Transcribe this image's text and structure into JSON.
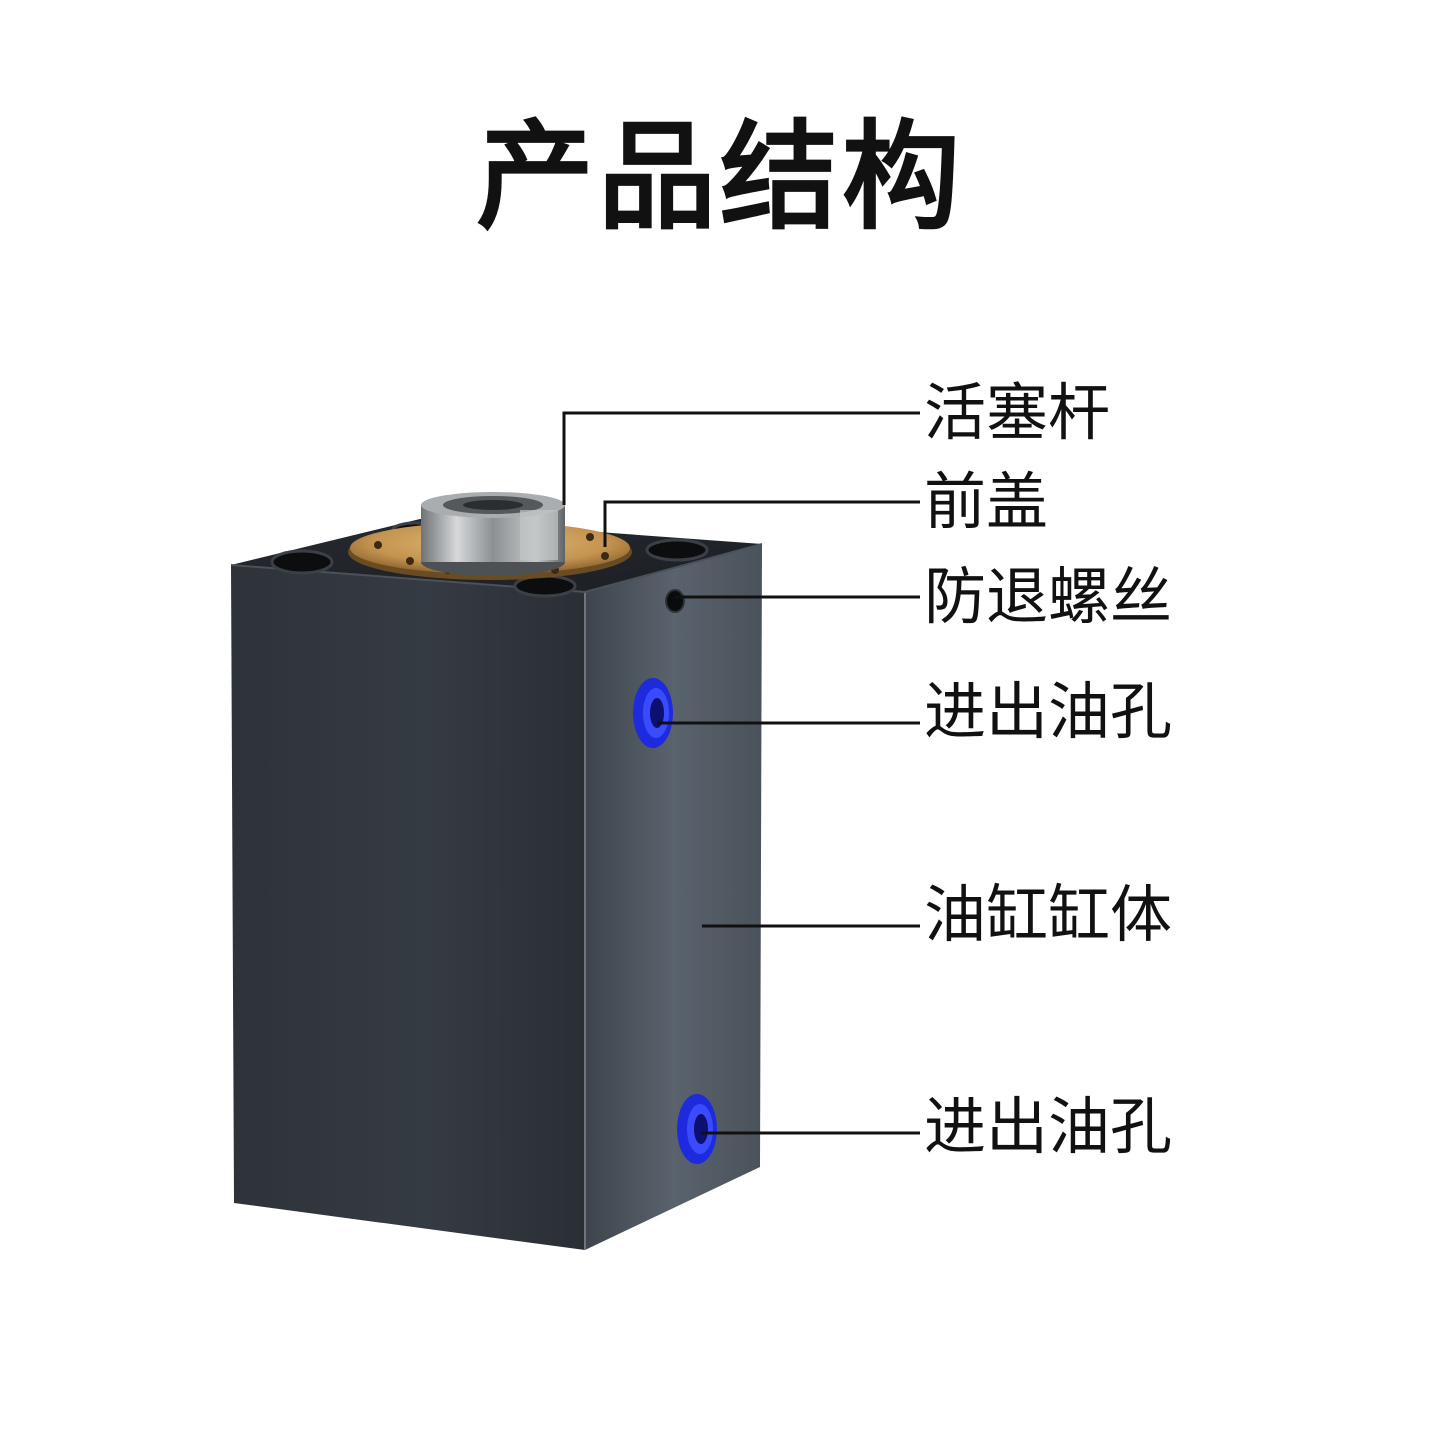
{
  "title": "产品结构",
  "colors": {
    "body": "#3a4048",
    "body_highlight": "#5e6872",
    "top_face": "#23272d",
    "brass": "#c79a58",
    "steel": "#b9bcbe",
    "port_blue": "#2233ee",
    "leader": "#111111"
  },
  "labels": {
    "piston_rod": "活塞杆",
    "front_cover": "前盖",
    "anti_loosening_screw": "防退螺丝",
    "oil_port_upper": "进出油孔",
    "cylinder_body": "油缸缸体",
    "oil_port_lower": "进出油孔"
  }
}
